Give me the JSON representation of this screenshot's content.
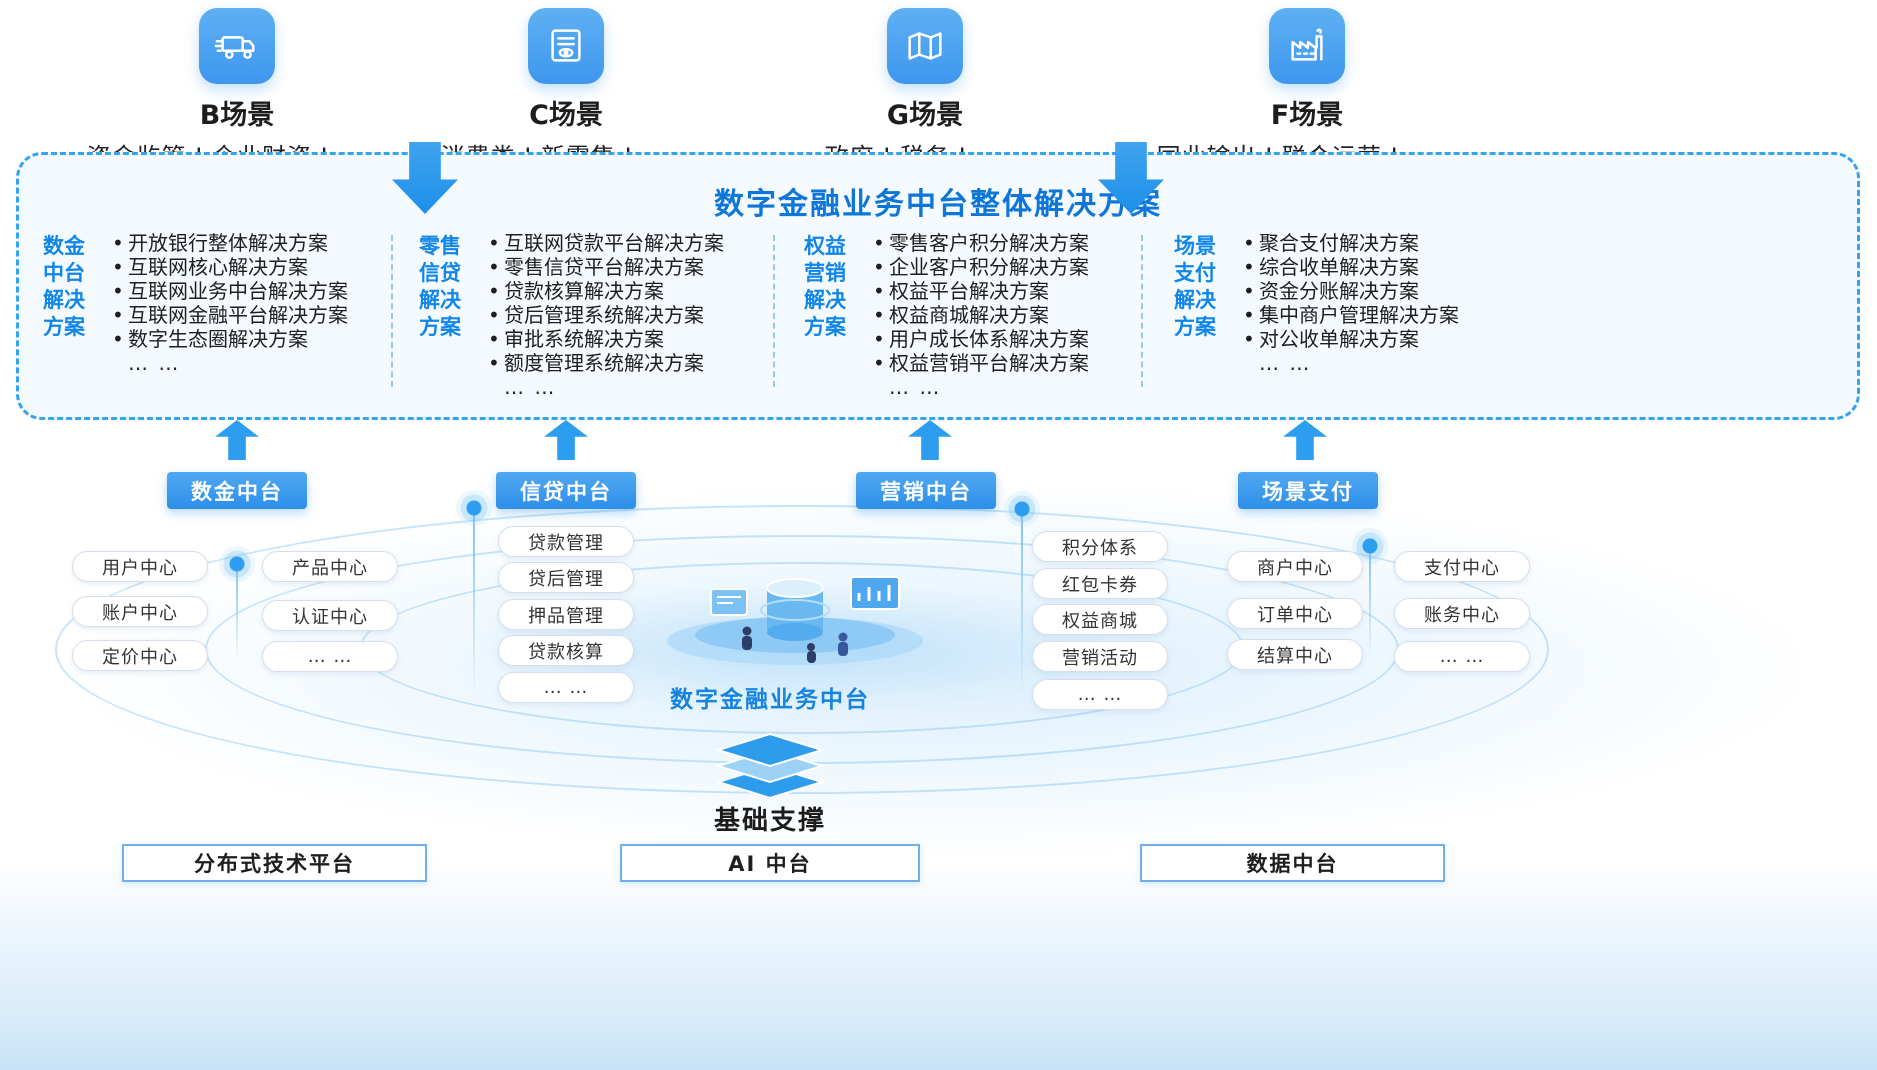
{
  "colors": {
    "accent_blue": "#2D9EEF",
    "panel_border": "#35A4EF",
    "panel_bg": "#F4FAFF",
    "title_blue": "#0E76D9",
    "label_blue": "#1086E8",
    "banner_gradient_top": "#4FA8F2",
    "banner_gradient_bottom": "#2E8FE9"
  },
  "scenarios": [
    {
      "icon": "truck-icon",
      "title": "B场景",
      "subtitle": "资金监管 I 企业财资 I ……"
    },
    {
      "icon": "receipt-icon",
      "title": "C场景",
      "subtitle": "消费类 I 新零售 I ……"
    },
    {
      "icon": "map-icon",
      "title": "G场景",
      "subtitle": "政府 I 税务 I ……"
    },
    {
      "icon": "factory-icon",
      "title": "F场景",
      "subtitle": "同业输出 I 联合运营 I ……"
    }
  ],
  "solution_panel": {
    "title": "数字金融业务中台整体解决方案",
    "groups": [
      {
        "label": "数金\n中台\n解决\n方案",
        "items": [
          "开放银行整体解决方案",
          "互联网核心解决方案",
          "互联网业务中台解决方案",
          "互联网金融平台解决方案",
          "数字生态圈解决方案"
        ],
        "more": "… …"
      },
      {
        "label": "零售\n信贷\n解决\n方案",
        "items": [
          "互联网贷款平台解决方案",
          "零售信贷平台解决方案",
          "贷款核算解决方案",
          "贷后管理系统解决方案",
          "审批系统解决方案",
          "额度管理系统解决方案"
        ],
        "more": "… …"
      },
      {
        "label": "权益\n营销\n解决\n方案",
        "items": [
          "零售客户积分解决方案",
          "企业客户积分解决方案",
          "权益平台解决方案",
          "权益商城解决方案",
          "用户成长体系解决方案",
          "权益营销平台解决方案"
        ],
        "more": "… …"
      },
      {
        "label": "场景\n支付\n解决\n方案",
        "items": [
          "聚合支付解决方案",
          "综合收单解决方案",
          "资金分账解决方案",
          "集中商户管理解决方案",
          "对公收单解决方案"
        ],
        "more": "… …"
      }
    ]
  },
  "platforms": [
    {
      "label": "数金中台"
    },
    {
      "label": "信贷中台"
    },
    {
      "label": "营销中台"
    },
    {
      "label": "场景支付"
    }
  ],
  "middle": {
    "title": "数字金融业务中台",
    "left_col1": [
      "用户中心",
      "账户中心",
      "定价中心"
    ],
    "left_col2": [
      "产品中心",
      "认证中心",
      "… …"
    ],
    "credit_pills": [
      "贷款管理",
      "贷后管理",
      "押品管理",
      "贷款核算",
      "… …"
    ],
    "marketing_pills": [
      "积分体系",
      "红包卡券",
      "权益商城",
      "营销活动",
      "… …"
    ],
    "right_col1": [
      "商户中心",
      "订单中心",
      "结算中心"
    ],
    "right_col2": [
      "支付中心",
      "账务中心",
      "… …"
    ]
  },
  "foundation": {
    "label": "基础支撑",
    "boxes": [
      "分布式技术平台",
      "AI 中台",
      "数据中台"
    ]
  }
}
